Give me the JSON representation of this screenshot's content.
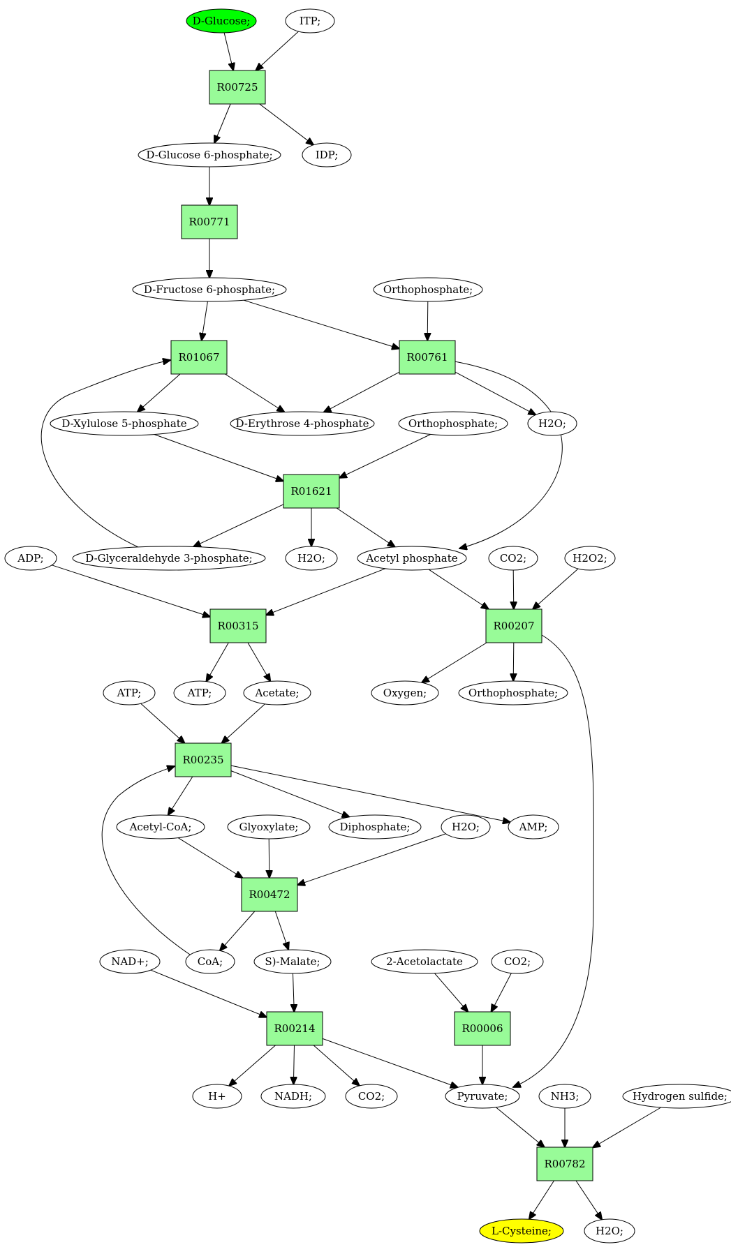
{
  "colors": {
    "reaction_fill": "#98fb98",
    "compound_fill": "#ffffff",
    "start_fill": "#00ff00",
    "target_fill": "#ffff00",
    "stroke": "#000000"
  },
  "nodes": [
    {
      "id": "glc",
      "label": "D-Glucose;",
      "kind": "start"
    },
    {
      "id": "itp",
      "label": "ITP;",
      "kind": "compound"
    },
    {
      "id": "r00725",
      "label": "R00725",
      "kind": "reaction"
    },
    {
      "id": "g6p",
      "label": "D-Glucose 6-phosphate;",
      "kind": "compound"
    },
    {
      "id": "idp",
      "label": "IDP;",
      "kind": "compound"
    },
    {
      "id": "r00771",
      "label": "R00771",
      "kind": "reaction"
    },
    {
      "id": "f6p",
      "label": "D-Fructose 6-phosphate;",
      "kind": "compound"
    },
    {
      "id": "pi1",
      "label": "Orthophosphate;",
      "kind": "compound"
    },
    {
      "id": "r01067",
      "label": "R01067",
      "kind": "reaction"
    },
    {
      "id": "r00761",
      "label": "R00761",
      "kind": "reaction"
    },
    {
      "id": "x5p",
      "label": "D-Xylulose 5-phosphate",
      "kind": "compound"
    },
    {
      "id": "e4p",
      "label": "D-Erythrose 4-phosphate",
      "kind": "compound"
    },
    {
      "id": "pi2",
      "label": "Orthophosphate;",
      "kind": "compound"
    },
    {
      "id": "h2o1",
      "label": "H2O;",
      "kind": "compound"
    },
    {
      "id": "r01621",
      "label": "R01621",
      "kind": "reaction"
    },
    {
      "id": "adp",
      "label": "ADP;",
      "kind": "compound"
    },
    {
      "id": "gap",
      "label": "D-Glyceraldehyde 3-phosphate;",
      "kind": "compound"
    },
    {
      "id": "h2o2",
      "label": "H2O;",
      "kind": "compound"
    },
    {
      "id": "acp",
      "label": "Acetyl phosphate",
      "kind": "compound"
    },
    {
      "id": "co2a",
      "label": "CO2;",
      "kind": "compound"
    },
    {
      "id": "h2o2x",
      "label": "H2O2;",
      "kind": "compound"
    },
    {
      "id": "r00315",
      "label": "R00315",
      "kind": "reaction"
    },
    {
      "id": "r00207",
      "label": "R00207",
      "kind": "reaction"
    },
    {
      "id": "atp1",
      "label": "ATP;",
      "kind": "compound"
    },
    {
      "id": "atp2",
      "label": "ATP;",
      "kind": "compound"
    },
    {
      "id": "acet",
      "label": "Acetate;",
      "kind": "compound"
    },
    {
      "id": "oxy",
      "label": "Oxygen;",
      "kind": "compound"
    },
    {
      "id": "pi3",
      "label": "Orthophosphate;",
      "kind": "compound"
    },
    {
      "id": "r00235",
      "label": "R00235",
      "kind": "reaction"
    },
    {
      "id": "accoa",
      "label": "Acetyl-CoA;",
      "kind": "compound"
    },
    {
      "id": "glx",
      "label": "Glyoxylate;",
      "kind": "compound"
    },
    {
      "id": "ppi",
      "label": "Diphosphate;",
      "kind": "compound"
    },
    {
      "id": "h2o3",
      "label": "H2O;",
      "kind": "compound"
    },
    {
      "id": "amp",
      "label": "AMP;",
      "kind": "compound"
    },
    {
      "id": "r00472",
      "label": "R00472",
      "kind": "reaction"
    },
    {
      "id": "nad",
      "label": "NAD+;",
      "kind": "compound"
    },
    {
      "id": "coa",
      "label": "CoA;",
      "kind": "compound"
    },
    {
      "id": "mal",
      "label": "S)-Malate;",
      "kind": "compound"
    },
    {
      "id": "alac",
      "label": "2-Acetolactate",
      "kind": "compound"
    },
    {
      "id": "co2b",
      "label": "CO2;",
      "kind": "compound"
    },
    {
      "id": "r00214",
      "label": "R00214",
      "kind": "reaction"
    },
    {
      "id": "r00006",
      "label": "R00006",
      "kind": "reaction"
    },
    {
      "id": "hplus",
      "label": "H+",
      "kind": "compound"
    },
    {
      "id": "nadh",
      "label": "NADH;",
      "kind": "compound"
    },
    {
      "id": "co2c",
      "label": "CO2;",
      "kind": "compound"
    },
    {
      "id": "pyr",
      "label": "Pyruvate;",
      "kind": "compound"
    },
    {
      "id": "nh3",
      "label": "NH3;",
      "kind": "compound"
    },
    {
      "id": "h2s",
      "label": "Hydrogen sulfide;",
      "kind": "compound"
    },
    {
      "id": "r00782",
      "label": "R00782",
      "kind": "reaction"
    },
    {
      "id": "cys",
      "label": "L-Cysteine;",
      "kind": "target"
    },
    {
      "id": "h2o4",
      "label": "H2O;",
      "kind": "compound"
    }
  ],
  "edges": [
    [
      "glc",
      "r00725"
    ],
    [
      "itp",
      "r00725"
    ],
    [
      "r00725",
      "g6p"
    ],
    [
      "r00725",
      "idp"
    ],
    [
      "g6p",
      "r00771"
    ],
    [
      "r00771",
      "f6p"
    ],
    [
      "f6p",
      "r01067"
    ],
    [
      "f6p",
      "r00761"
    ],
    [
      "pi1",
      "r00761"
    ],
    [
      "r01067",
      "x5p"
    ],
    [
      "r01067",
      "e4p"
    ],
    [
      "r00761",
      "e4p"
    ],
    [
      "r00761",
      "h2o1"
    ],
    [
      "r00761",
      "acp"
    ],
    [
      "x5p",
      "r01621"
    ],
    [
      "pi2",
      "r01621"
    ],
    [
      "r01621",
      "gap"
    ],
    [
      "r01621",
      "h2o2"
    ],
    [
      "r01621",
      "acp"
    ],
    [
      "gap",
      "r01067"
    ],
    [
      "adp",
      "r00315"
    ],
    [
      "acp",
      "r00315"
    ],
    [
      "acp",
      "r00207"
    ],
    [
      "co2a",
      "r00207"
    ],
    [
      "h2o2x",
      "r00207"
    ],
    [
      "r00315",
      "atp2"
    ],
    [
      "r00315",
      "acet"
    ],
    [
      "r00207",
      "oxy"
    ],
    [
      "r00207",
      "pi3"
    ],
    [
      "r00207",
      "pyr"
    ],
    [
      "atp1",
      "r00235"
    ],
    [
      "acet",
      "r00235"
    ],
    [
      "r00235",
      "accoa"
    ],
    [
      "r00235",
      "ppi"
    ],
    [
      "r00235",
      "amp"
    ],
    [
      "coa",
      "r00235"
    ],
    [
      "accoa",
      "r00472"
    ],
    [
      "glx",
      "r00472"
    ],
    [
      "h2o3",
      "r00472"
    ],
    [
      "r00472",
      "coa"
    ],
    [
      "r00472",
      "mal"
    ],
    [
      "nad",
      "r00214"
    ],
    [
      "mal",
      "r00214"
    ],
    [
      "r00214",
      "hplus"
    ],
    [
      "r00214",
      "nadh"
    ],
    [
      "r00214",
      "co2c"
    ],
    [
      "r00214",
      "pyr"
    ],
    [
      "alac",
      "r00006"
    ],
    [
      "co2b",
      "r00006"
    ],
    [
      "r00006",
      "pyr"
    ],
    [
      "pyr",
      "r00782"
    ],
    [
      "nh3",
      "r00782"
    ],
    [
      "h2s",
      "r00782"
    ],
    [
      "r00782",
      "cys"
    ],
    [
      "r00782",
      "h2o4"
    ]
  ]
}
